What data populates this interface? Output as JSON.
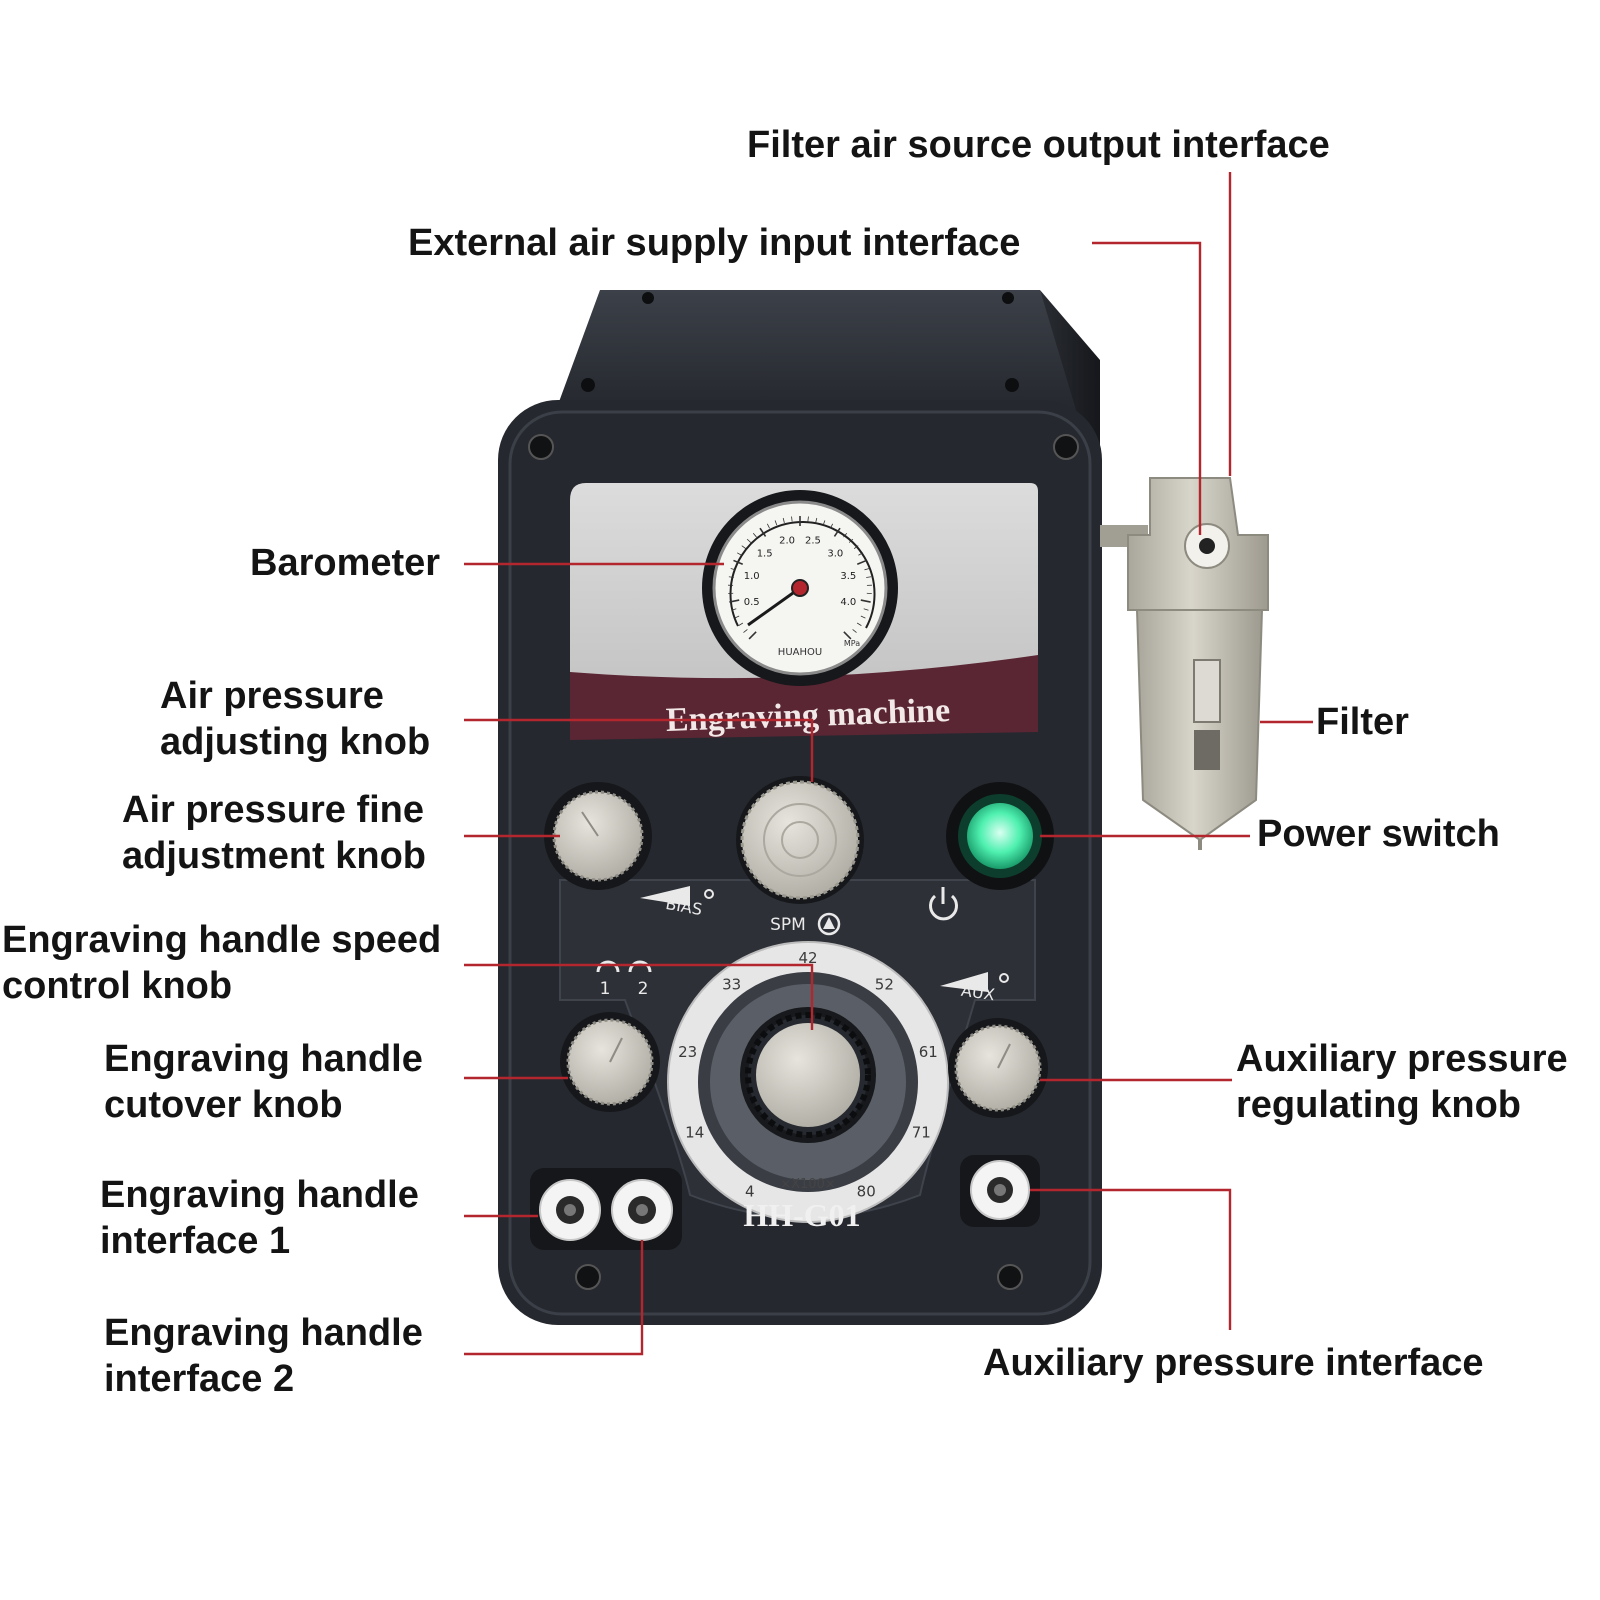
{
  "colors": {
    "leader_line": "#b3262e",
    "label_text": "#141414",
    "machine_body": "#23262d",
    "panel_band": "#5a2634",
    "knob": "#cfcdc4",
    "power_led": "#3ee6a6",
    "filter_body": "#c9c6ba"
  },
  "labels": {
    "filter_air_source_output": "Filter air source output interface",
    "external_air_supply_input": "External air supply input interface",
    "barometer": "Barometer",
    "air_pressure_adjusting_knob": [
      "Air pressure",
      "adjusting knob"
    ],
    "air_pressure_fine_adjustment_knob": [
      "Air pressure fine",
      "adjustment knob"
    ],
    "engraving_handle_speed_control_knob": [
      "Engraving handle speed",
      "control knob"
    ],
    "engraving_handle_cutover_knob": [
      "Engraving handle",
      "cutover knob"
    ],
    "engraving_handle_interface_1": [
      "Engraving handle",
      "interface 1"
    ],
    "engraving_handle_interface_2": [
      "Engraving handle",
      "interface 2"
    ],
    "filter": "Filter",
    "power_switch": "Power switch",
    "auxiliary_pressure_regulating_knob": [
      "Auxiliary pressure",
      "regulating knob"
    ],
    "auxiliary_pressure_interface": "Auxiliary pressure interface"
  },
  "machine": {
    "band_title": "Engraving machine",
    "model": "HH-G01",
    "bias_label": "BIAS",
    "spm_label": "SPM",
    "aux_label": "AUX",
    "handle_selector_1": "1",
    "handle_selector_2": "2",
    "dial_multiplier": "×X100×",
    "dial_ticks": [
      "42",
      "52",
      "61",
      "71",
      "80",
      "4",
      "14",
      "23",
      "33"
    ]
  },
  "gauge": {
    "brand": "HUAHOU",
    "unit": "MPa",
    "scale": [
      "0.5",
      "1.0",
      "1.5",
      "2.0",
      "2.5",
      "3.0",
      "3.5",
      "4.0"
    ]
  }
}
